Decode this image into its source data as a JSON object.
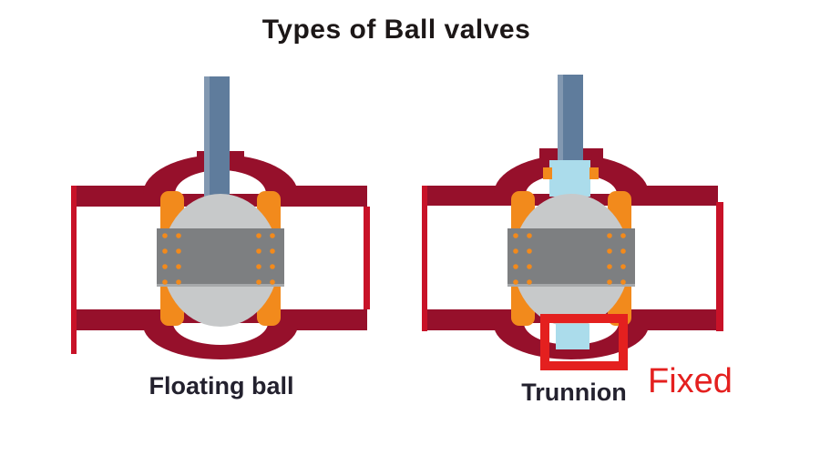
{
  "title": "Types of Ball valves",
  "valves": {
    "floating": {
      "label": "Floating ball"
    },
    "trunnion": {
      "label": "Trunnion",
      "annotation": "Fixed"
    }
  },
  "colors": {
    "background": "#ffffff",
    "body_maroon": "#96102b",
    "flange_red": "#c81228",
    "highlight_red": "#e4201f",
    "seat_orange": "#f28a1c",
    "ball_light": "#c7c9ca",
    "ball_bore_dark": "#7d7f81",
    "stem_blue": "#5f7c9c",
    "trunnion_blue": "#abdceb",
    "title_text": "#1c1717",
    "label_text": "#23212e"
  }
}
